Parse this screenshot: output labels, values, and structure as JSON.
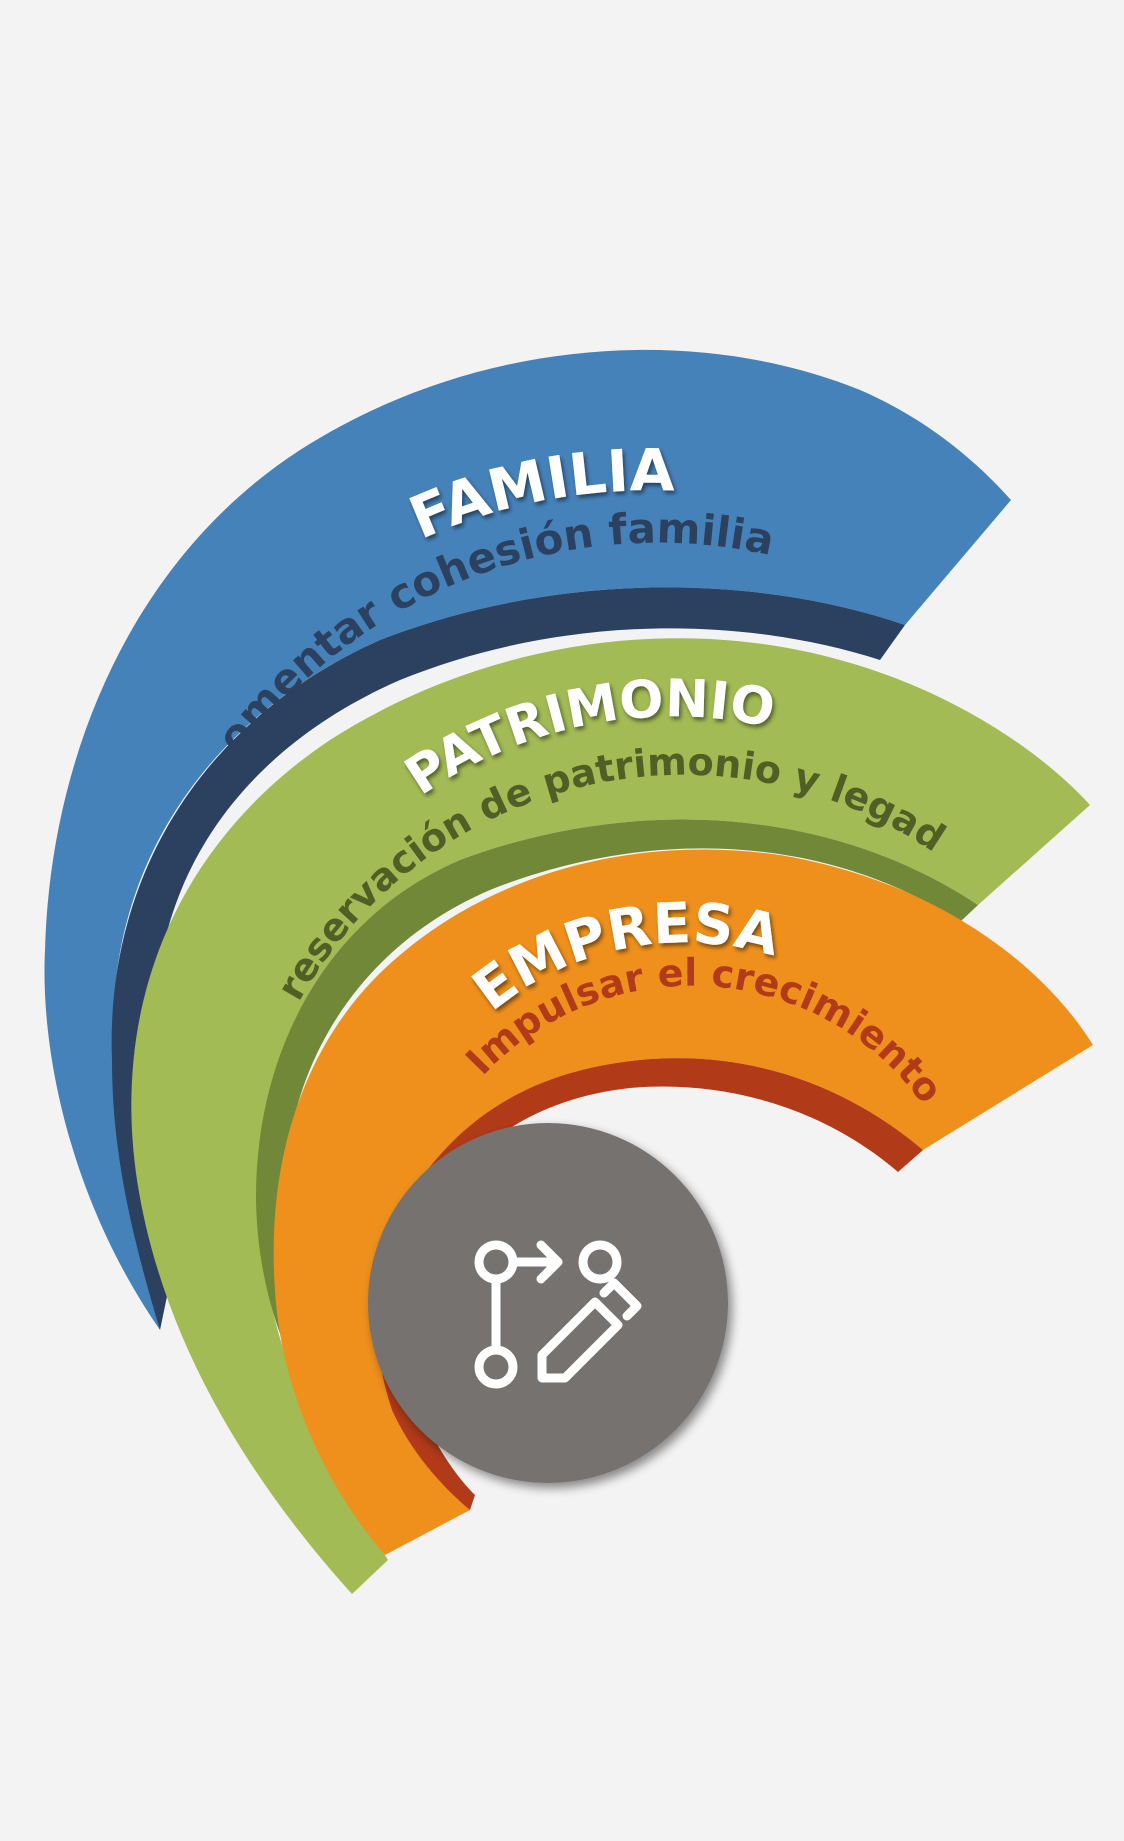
{
  "rings": [
    {
      "id": "familia",
      "title": "FAMILIA",
      "subtitle": "Fomentar cohesión familiar",
      "color": "#4682ba",
      "accent": "#2b415f",
      "subtitle_color": "#2b415f"
    },
    {
      "id": "patrimonio",
      "title": "PATRIMONIO",
      "subtitle": "Preservación de patrimonio y legado",
      "color": "#a2bb55",
      "accent": "#718838",
      "subtitle_color": "#4f5f26"
    },
    {
      "id": "empresa",
      "title": "EMPRESA",
      "subtitle": "Impulsar el crecimiento",
      "color": "#ef901c",
      "accent": "#b13a19",
      "subtitle_color": "#b13a19"
    }
  ],
  "center": {
    "icon": "git-pull-request-edit-icon",
    "color": "#767270",
    "icon_color": "#ffffff"
  },
  "background": "#f3f3f3"
}
